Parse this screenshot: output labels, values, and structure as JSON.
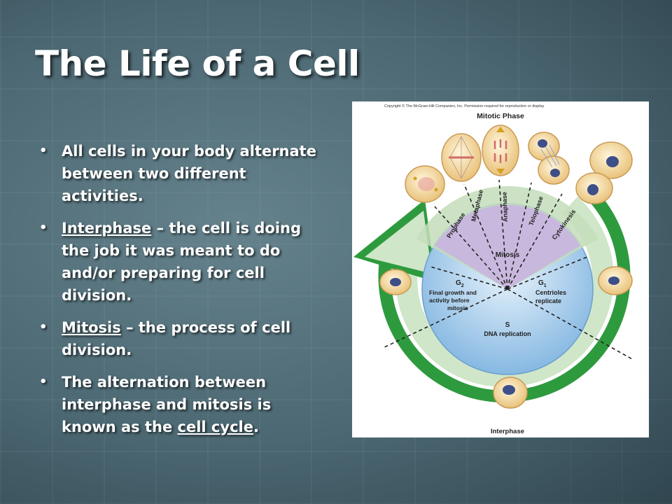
{
  "slide": {
    "title": "The Life of a Cell",
    "bullets": [
      {
        "text": "All cells in your body alternate between two different activities."
      },
      {
        "term": "Interphase",
        "text": " – the cell is doing the job it was meant to do and/or preparing for cell division."
      },
      {
        "term": "Mitosis",
        "text": " – the process of cell division."
      },
      {
        "pre": "The alternation between interphase and mitosis is known as the ",
        "term": "cell cycle",
        "post": "."
      }
    ]
  },
  "figure": {
    "copyright": "Copyright © The McGraw-Hill Companies, Inc. Permission required for reproduction or display",
    "mitotic_phase": "Mitotic Phase",
    "interphase": "Interphase",
    "mitosis": "Mitosis",
    "stages": {
      "prophase": "Prophase",
      "metaphase": "Metaphase",
      "anaphase": "Anaphase",
      "telophase": "Telophase",
      "cytokinesis": "Cytokinesis"
    },
    "g2": {
      "label": "G",
      "sub": "2",
      "lines": [
        "Final growth and",
        "activity before",
        "mitosis"
      ]
    },
    "g1": {
      "label": "G",
      "sub": "1",
      "lines": [
        "Centrioles",
        "replicate"
      ]
    },
    "s": {
      "label": "S",
      "lines": [
        "DNA replication"
      ]
    },
    "colors": {
      "arrow_green": "#2e9a3e",
      "ring_light_green": "#cfe6c8",
      "inner_blue": "#9dc8ea",
      "mitosis_purple": "#c9b8de",
      "cell_body": "#f6e2b0",
      "nucleus": "#3d4f88"
    }
  }
}
